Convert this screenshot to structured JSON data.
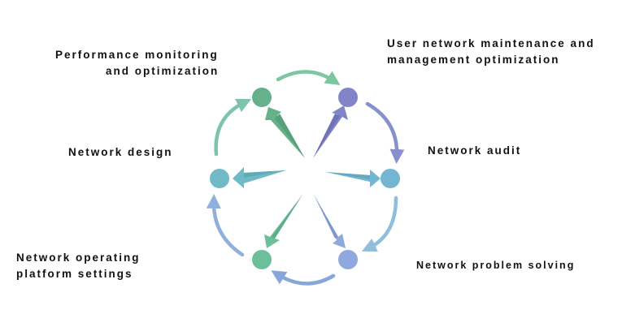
{
  "nodes": [
    {
      "id": "performance",
      "label_lines": [
        "Performance monitoring",
        "and optimization"
      ],
      "color": "#66b18c"
    },
    {
      "id": "user-network",
      "label_lines": [
        "User network maintenance and",
        "management optimization"
      ],
      "color": "#8185c7"
    },
    {
      "id": "network-audit",
      "label_lines": [
        "Network audit"
      ],
      "color": "#74b6d2"
    },
    {
      "id": "problem-solving",
      "label_lines": [
        "Network problem solving"
      ],
      "color": "#8fa8de"
    },
    {
      "id": "platform-settings",
      "label_lines": [
        "Network operating",
        "platform settings"
      ],
      "color": "#6cbf9a"
    },
    {
      "id": "network-design",
      "label_lines": [
        "Network design"
      ],
      "color": "#6fbac6"
    }
  ],
  "cycle_arrow_colors": [
    "#7cc79f",
    "#8690cc",
    "#8fbfdc",
    "#86a7d8",
    "#8fb0dc",
    "#7ec3b0"
  ]
}
